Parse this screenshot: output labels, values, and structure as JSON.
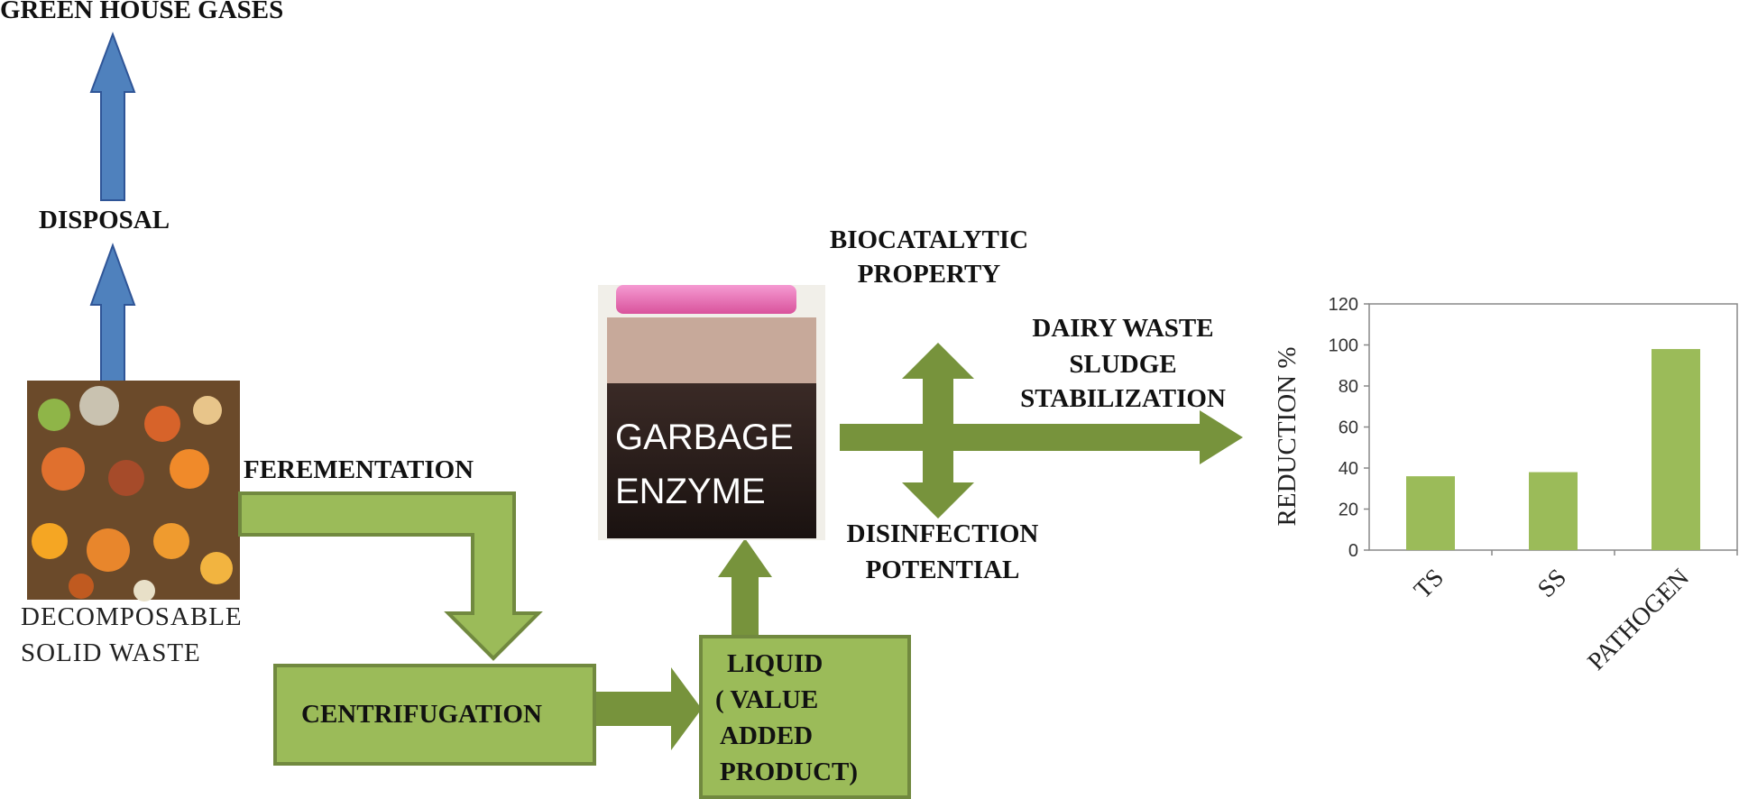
{
  "labels": {
    "green_house_gases": "GREEN HOUSE GASES",
    "disposal": "DISPOSAL",
    "decomposable_line1": "DECOMPOSABLE",
    "decomposable_line2": "SOLID WASTE",
    "fermentation": "FEREMENTATION",
    "centrifugation": "CENTRIFUGATION",
    "liquid_line1": "LIQUID",
    "liquid_line2": "( VALUE",
    "liquid_line3": "ADDED",
    "liquid_line4": "PRODUCT)",
    "garbage_line1": "GARBAGE",
    "garbage_line2": "ENZYME",
    "biocatalytic_line1": "BIOCATALYTIC",
    "biocatalytic_line2": "PROPERTY",
    "dairy_line1": "DAIRY WASTE",
    "dairy_line2": "SLUDGE",
    "dairy_line3": "STABILIZATION",
    "disinfection_line1": "DISINFECTION",
    "disinfection_line2": "POTENTIAL"
  },
  "colors": {
    "blue_arrow": "#4f81bd",
    "green_arrow": "#77933c",
    "green_box": "#9bbb59",
    "bar": "#9bbb59"
  },
  "chart_data": {
    "type": "bar",
    "categories": [
      "TS",
      "SS",
      "PATHOGEN"
    ],
    "values": [
      36,
      38,
      98
    ],
    "ylabel": "REDUCTION %",
    "ylim": [
      0,
      120
    ],
    "yticks": [
      0,
      20,
      40,
      60,
      80,
      100,
      120
    ],
    "grid": false
  }
}
